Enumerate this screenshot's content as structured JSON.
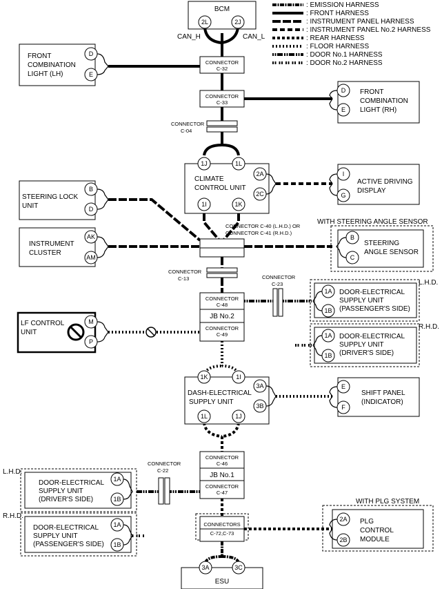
{
  "legend": [
    {
      "label": ": EMISSION HARNESS"
    },
    {
      "label": ": FRONT HARNESS"
    },
    {
      "label": ": INSTRUMENT PANEL HARNESS"
    },
    {
      "label": ": INSTRUMENT PANEL No.2 HARNESS"
    },
    {
      "label": ": REAR HARNESS"
    },
    {
      "label": ": FLOOR HARNESS"
    },
    {
      "label": ": DOOR No.1 HARNESS"
    },
    {
      "label": ": DOOR No.2 HARNESS"
    }
  ],
  "bcm": {
    "title": "BCM",
    "pin_left": "2L",
    "pin_right": "2J",
    "can_h": "CAN_H",
    "can_l": "CAN_L"
  },
  "front_comb_lh": {
    "line1": "FRONT",
    "line2": "COMBINATION",
    "line3": "LIGHT (LH)",
    "pin1": "D",
    "pin2": "E"
  },
  "front_comb_rh": {
    "line1": "FRONT",
    "line2": "COMBINATION",
    "line3": "LIGHT (RH)",
    "pin1": "D",
    "pin2": "E"
  },
  "conn_c32": {
    "line1": "CONNECTOR",
    "line2": "C-32"
  },
  "conn_c33": {
    "line1": "CONNECTOR",
    "line2": "C-33"
  },
  "conn_c04": {
    "line1": "CONNECTOR",
    "line2": "C-04"
  },
  "climate": {
    "line1": "CLIMATE",
    "line2": "CONTROL UNIT",
    "pin_tl": "1J",
    "pin_tr": "1L",
    "pin_bl": "1I",
    "pin_br": "1K",
    "pin_r1": "2A",
    "pin_r2": "2C"
  },
  "active_display": {
    "line1": "ACTIVE DRIVING",
    "line2": "DISPLAY",
    "pin1": "I",
    "pin2": "G"
  },
  "steering_lock": {
    "line1": "STEERING LOCK",
    "line2": "UNIT",
    "pin1": "B",
    "pin2": "D"
  },
  "conn_c40": {
    "line1": "CONNECTOR C-40 (L.H.D.) OR",
    "line2": "CONNECTOR C-41 (R.H.D.)"
  },
  "with_steering": "WITH STEERING ANGLE SENSOR",
  "instrument": {
    "line1": "INSTRUMENT",
    "line2": "CLUSTER",
    "pin1": "AK",
    "pin2": "AM"
  },
  "steering_angle": {
    "line1": "STEERING",
    "line2": "ANGLE SENSOR",
    "pin1": "B",
    "pin2": "C"
  },
  "conn_c13": {
    "line1": "CONNECTOR",
    "line2": "C-13"
  },
  "conn_c23": {
    "line1": "CONNECTOR",
    "line2": "C-23"
  },
  "jb2": {
    "top1": "CONNECTOR",
    "top2": "C-48",
    "mid": "JB No.2",
    "bot1": "CONNECTOR",
    "bot2": "C-49"
  },
  "lhd_top": "L.H.D.",
  "rhd_top": "R.H.D.",
  "door_pass_top": {
    "line1": "DOOR-ELECTRICAL",
    "line2": "SUPPLY UNIT",
    "line3": "(PASSENGER'S SIDE)",
    "pin1": "1A",
    "pin2": "1B"
  },
  "door_drv_top": {
    "line1": "DOOR-ELECTRICAL",
    "line2": "SUPPLY UNIT",
    "line3": "(DRIVER'S SIDE)",
    "pin1": "1A",
    "pin2": "1B"
  },
  "lf_control": {
    "line1": "LF CONTROL",
    "line2": "UNIT",
    "pin1": "M",
    "pin2": "P"
  },
  "dash": {
    "line1": "DASH-ELECTRICAL",
    "line2": "SUPPLY UNIT",
    "pin_tl": "1K",
    "pin_tr": "1I",
    "pin_bl": "1L",
    "pin_br": "1J",
    "pin_r1": "3A",
    "pin_r2": "3B"
  },
  "shift_panel": {
    "line1": "SHIFT PANEL",
    "line2": "(INDICATOR)",
    "pin1": "E",
    "pin2": "F"
  },
  "conn_c22": {
    "line1": "CONNECTOR",
    "line2": "C-22"
  },
  "jb1": {
    "top1": "CONNECTOR",
    "top2": "C-46",
    "mid": "JB No.1",
    "bot1": "CONNECTOR",
    "bot2": "C-47"
  },
  "lhd_bot": "L.H.D.",
  "rhd_bot": "R.H.D.",
  "door_drv_bot": {
    "line1": "DOOR-ELECTRICAL",
    "line2": "SUPPLY UNIT",
    "line3": "(DRIVER'S SIDE)",
    "pin1": "1A",
    "pin2": "1B"
  },
  "door_pass_bot": {
    "line1": "DOOR-ELECTRICAL",
    "line2": "SUPPLY UNIT",
    "line3": "(PASSENGER'S SIDE)",
    "pin1": "1A",
    "pin2": "1B"
  },
  "with_plg": "WITH PLG SYSTEM",
  "conn_c72": {
    "line1": "CONNECTORS",
    "line2": "C-72,C-73"
  },
  "plg": {
    "line1": "PLG",
    "line2": "CONTROL",
    "line3": "MODULE",
    "pin1": "2A",
    "pin2": "2B"
  },
  "esu": {
    "title": "ESU",
    "pin1": "3A",
    "pin2": "3C"
  }
}
